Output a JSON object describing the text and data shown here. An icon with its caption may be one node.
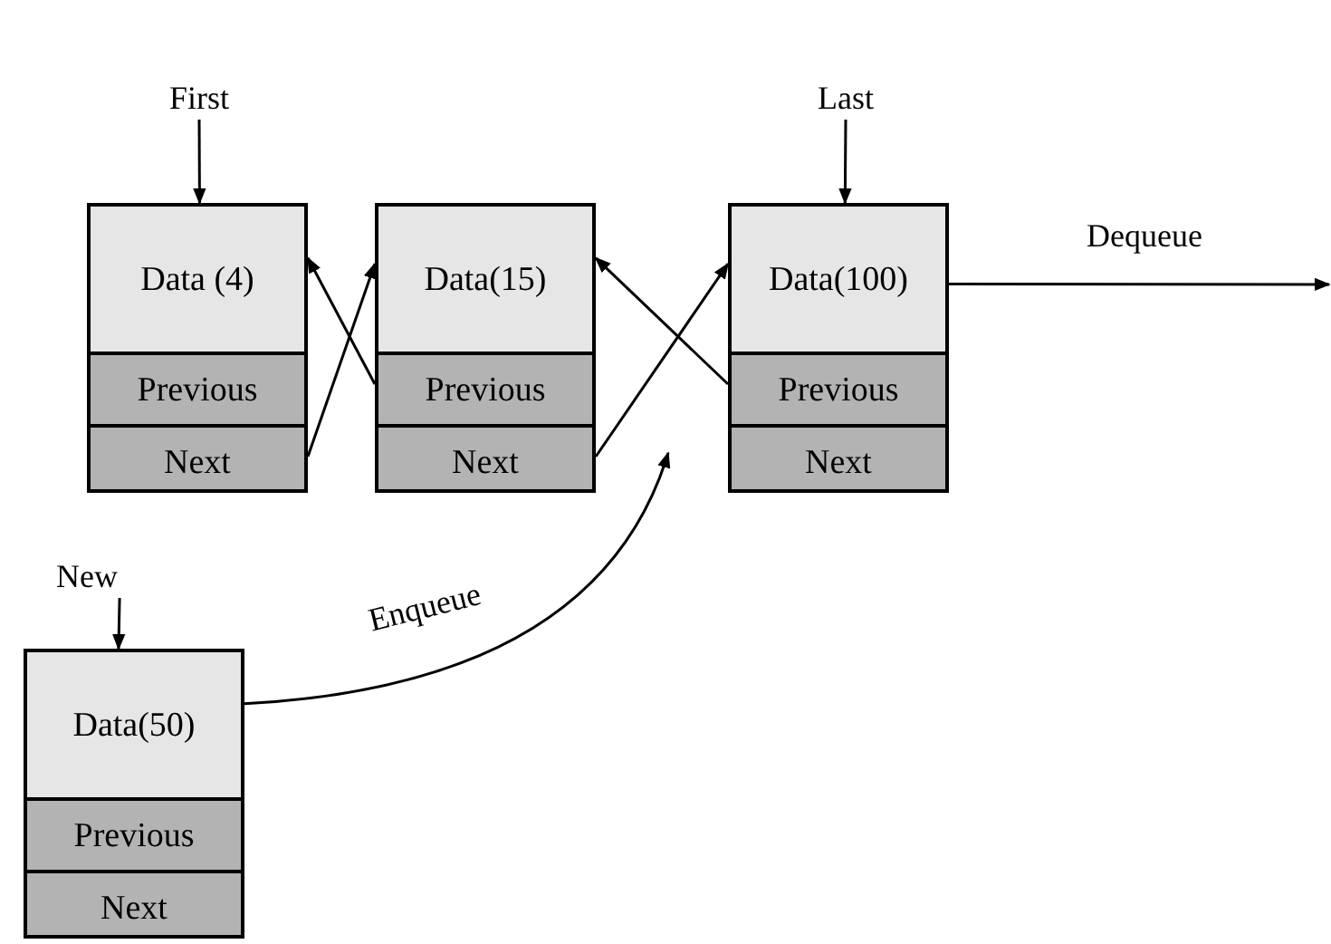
{
  "diagram": {
    "nodes": [
      {
        "text": [
          "First"
        ]
      },
      {
        "text": [
          "Last"
        ]
      },
      {
        "text": [],
        "shape": "box"
      },
      {
        "text": [
          "Data (4)"
        ],
        "in": 2
      },
      {
        "text": [
          "Previous"
        ],
        "in": 2
      },
      {
        "text": [
          "Next"
        ],
        "in": 2
      },
      {
        "text": [],
        "shape": "box"
      },
      {
        "text": [
          "Data(15)"
        ],
        "in": 6
      },
      {
        "text": [
          "Previous"
        ],
        "in": 6
      },
      {
        "text": [
          "Next"
        ],
        "in": 6
      },
      {
        "text": [],
        "shape": "box"
      },
      {
        "text": [
          "Data(100)"
        ],
        "in": 10
      },
      {
        "text": [
          "Previous"
        ],
        "in": 10
      },
      {
        "text": [
          "Next"
        ],
        "in": 10
      },
      {
        "text": [
          "New"
        ]
      },
      {
        "text": [],
        "shape": "box"
      },
      {
        "text": [
          "Data(50)"
        ],
        "in": 15
      },
      {
        "text": [
          "Previous"
        ],
        "in": 15
      },
      {
        "text": [
          "Next"
        ],
        "in": 15
      }
    ],
    "edges": [
      {
        "from": 0,
        "to": 3,
        "arrow": "to"
      },
      {
        "from": 1,
        "to": 11,
        "arrow": "to"
      },
      {
        "from": 5,
        "to": 7,
        "arrow": "to"
      },
      {
        "from": 8,
        "to": 3,
        "arrow": "to"
      },
      {
        "from": 9,
        "to": 11,
        "arrow": "to"
      },
      {
        "from": 12,
        "to": 7,
        "arrow": "to"
      },
      {
        "from": 11,
        "to": null,
        "arrow": "to",
        "label": "Dequeue"
      },
      {
        "from": 14,
        "to": 16,
        "arrow": "to"
      },
      {
        "from": 16,
        "to": null,
        "arrow": "to",
        "label": "Enqueue"
      }
    ]
  }
}
